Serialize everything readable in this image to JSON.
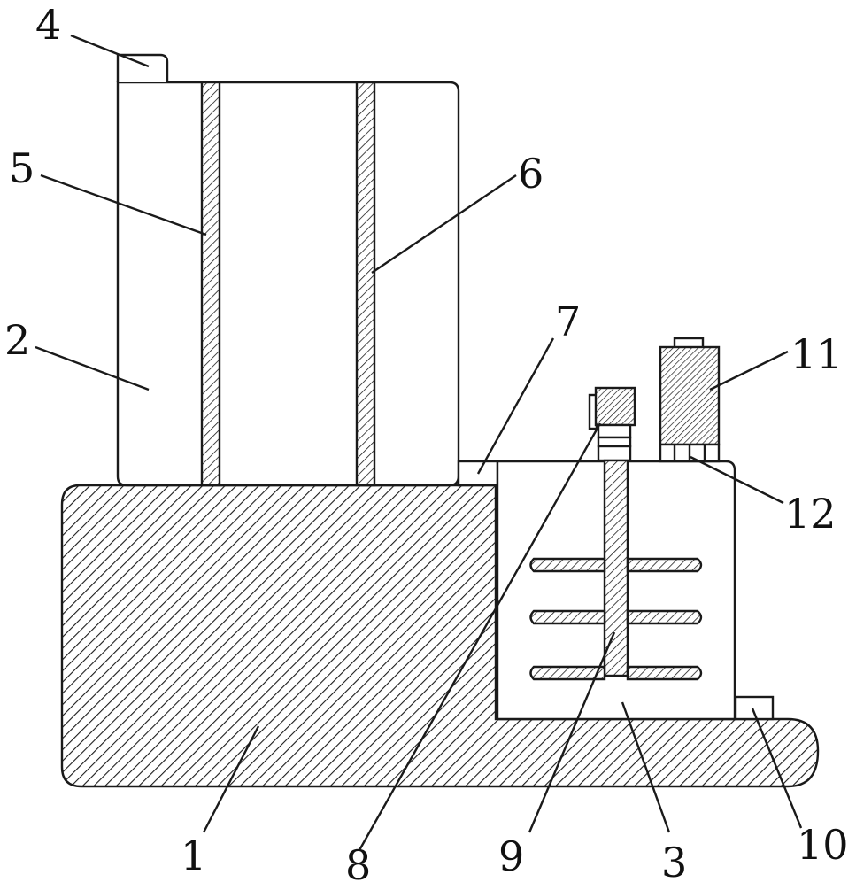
{
  "drawing": {
    "labels": [
      {
        "id": "label-1",
        "text": "1"
      },
      {
        "id": "label-2",
        "text": "2"
      },
      {
        "id": "label-3",
        "text": "3"
      },
      {
        "id": "label-4",
        "text": "4"
      },
      {
        "id": "label-5",
        "text": "5"
      },
      {
        "id": "label-6",
        "text": "6"
      },
      {
        "id": "label-7",
        "text": "7"
      },
      {
        "id": "label-8",
        "text": "8"
      },
      {
        "id": "label-9",
        "text": "9"
      },
      {
        "id": "label-10",
        "text": "10"
      },
      {
        "id": "label-11",
        "text": "11"
      },
      {
        "id": "label-12",
        "text": "12"
      }
    ]
  }
}
